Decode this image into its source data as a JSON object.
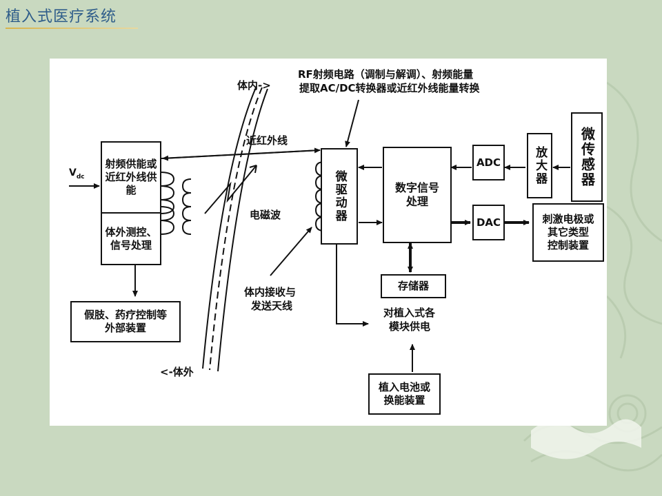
{
  "slide": {
    "title": "植入式医疗系统"
  },
  "diagram": {
    "vdc_label": "V",
    "vdc_sub": "dc",
    "rf_supply_label": "射频供能或近红外线供能",
    "ext_monitor_label": "体外测控、信号处理",
    "prosthesis_label": "假肢、药疗控制等外部装置",
    "inside_label": "体内->",
    "outside_label": "<-体外",
    "infrared_label": "近红外线",
    "em_wave_label": "电磁波",
    "rf_title_line1": "RF射频电路（调制与解调）、射频能量",
    "rf_title_line2": "提取AC/DC转换器或近红外线能量转换",
    "micro_driver_label": "微驱动器",
    "antenna_label_line1": "体内接收与",
    "antenna_label_line2": "发送天线",
    "dsp_label_line1": "数字信号",
    "dsp_label_line2": "处理",
    "adc_label": "ADC",
    "dac_label": "DAC",
    "amplifier_label": "放大器",
    "sensor_label": "微传感器",
    "stim_label_line1": "刺激电极或",
    "stim_label_line2": "其它类型",
    "stim_label_line3": "控制装置",
    "memory_label": "存储器",
    "power_label_line1": "对植入式各",
    "power_label_line2": "模块供电",
    "battery_label_line1": "植入电池或",
    "battery_label_line2": "换能装置"
  }
}
